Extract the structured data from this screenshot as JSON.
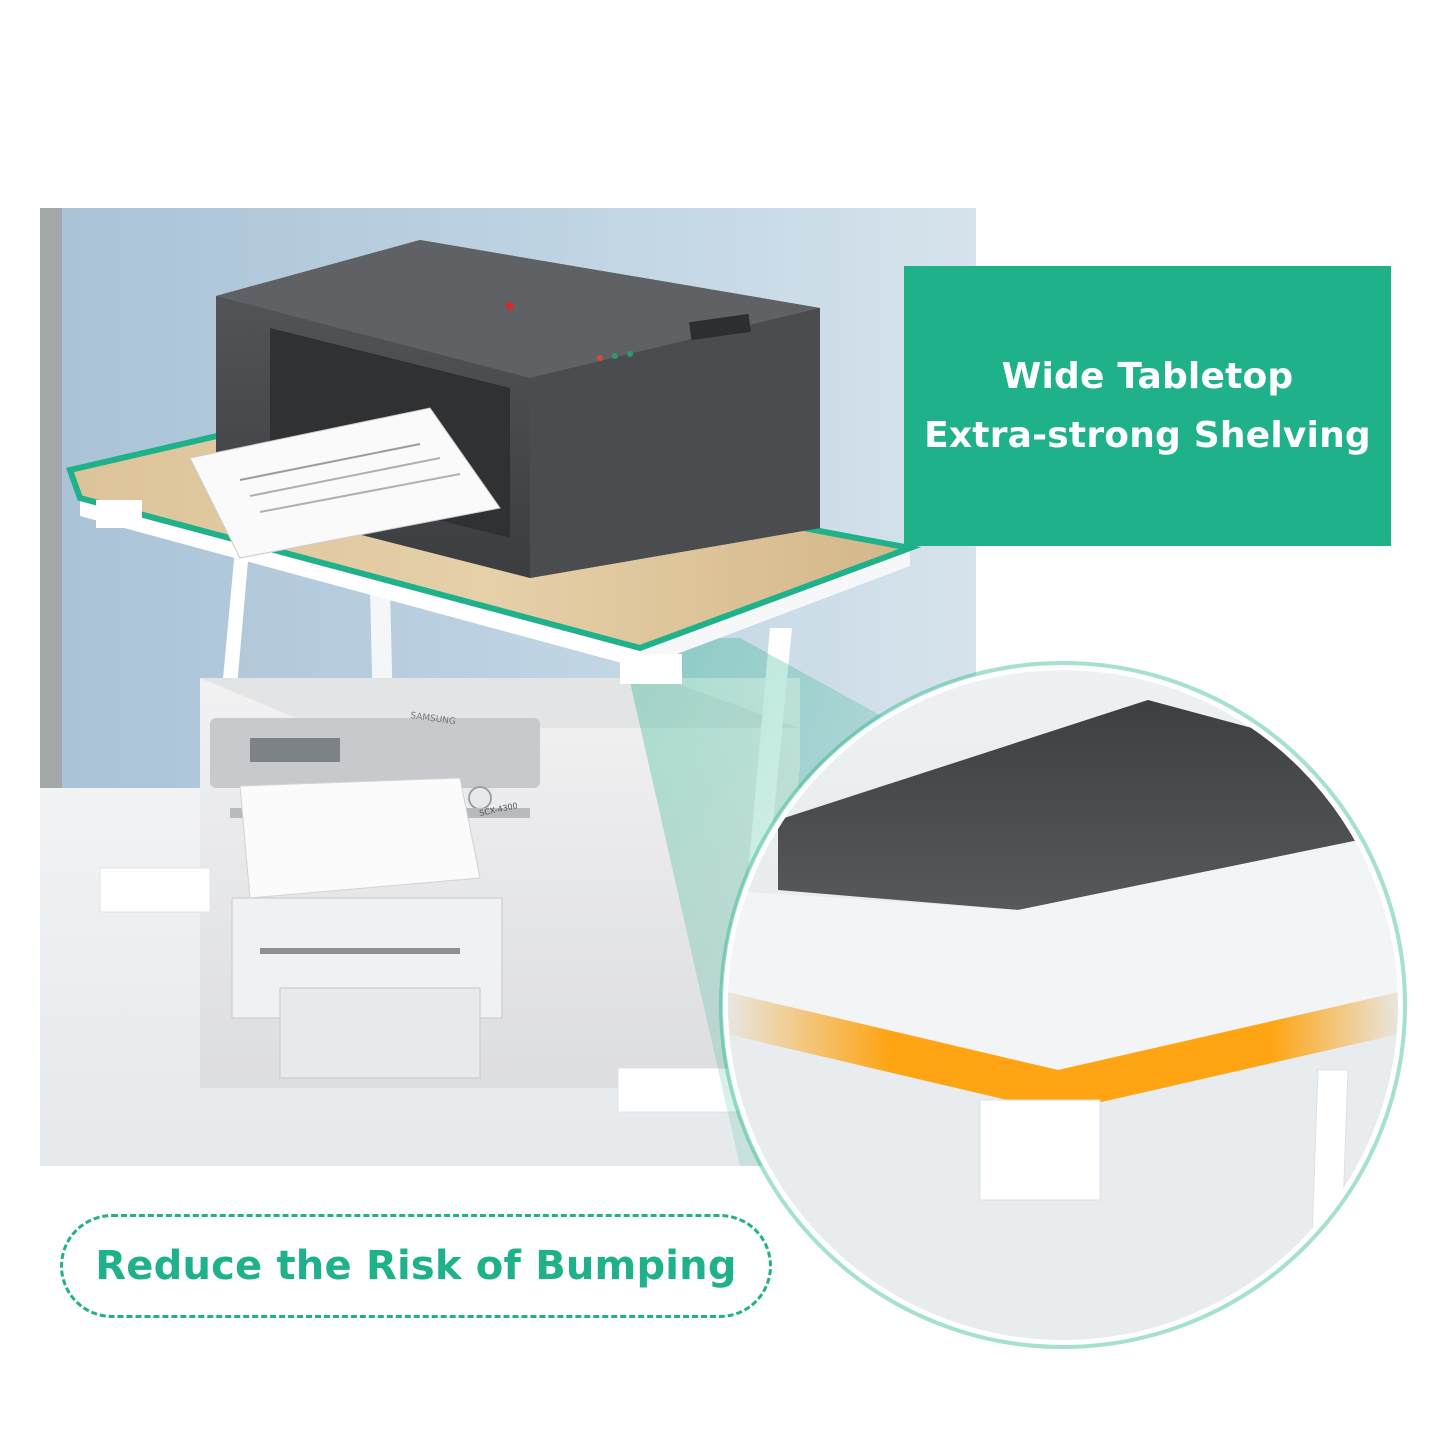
{
  "colors": {
    "accent": "#1fb18a",
    "wall": "#b9d0e0",
    "wood": "#d8bf93",
    "frame": "#ffffff",
    "printer_dark": "#47494b",
    "printer_light": "#e9eaec",
    "edge_highlight": "#ffa412"
  },
  "headline": {
    "line1": "Wide Tabletop",
    "line2": "Extra-strong Shelving"
  },
  "badge": {
    "text": "Reduce the Risk of Bumping"
  },
  "printer_label": {
    "brand": "SAMSUNG",
    "model": "SCX-4300"
  }
}
